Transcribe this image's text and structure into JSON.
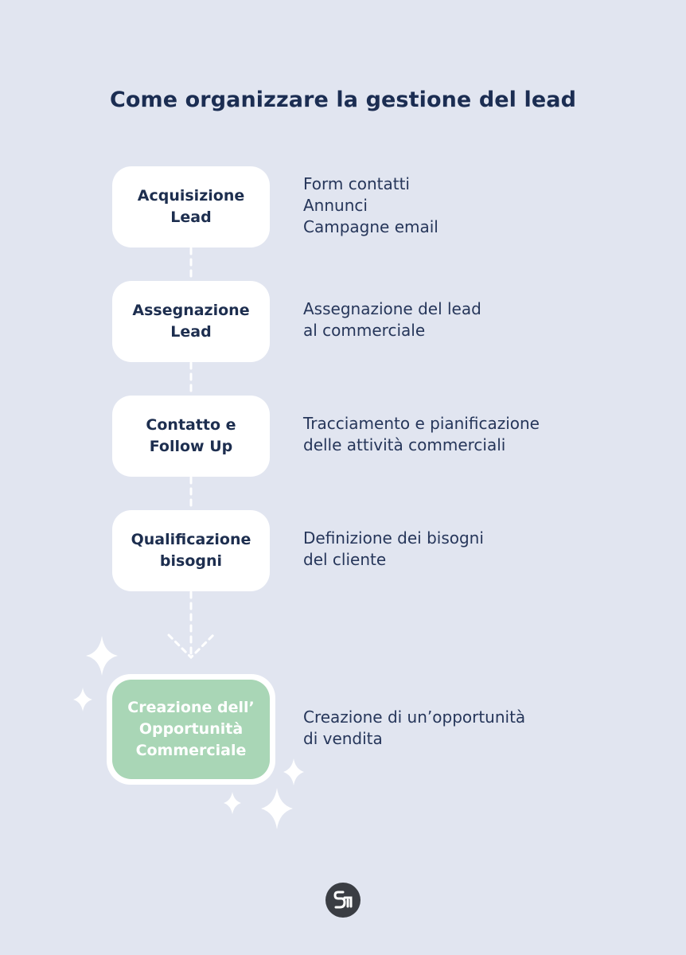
{
  "title": "Come organizzare la gestione del lead",
  "steps": [
    {
      "label": "Acquisizione\nLead",
      "description": "Form contatti\nAnnunci\nCampagne email"
    },
    {
      "label": "Assegnazione\nLead",
      "description": "Assegnazione del lead\nal commerciale"
    },
    {
      "label": "Contatto e\nFollow Up",
      "description": "Tracciamento e pianificazione\ndelle attività commerciali"
    },
    {
      "label": "Qualificazione\nbisogni",
      "description": "Definizione dei bisogni\ndel cliente"
    }
  ],
  "final_step": {
    "label": "Creazione dell’\nOpportunità\nCommerciale",
    "description": "Creazione di un’opportunità\ndi vendita"
  },
  "colors": {
    "background": "#e1e5f0",
    "card": "#ffffff",
    "text": "#1d2e4f",
    "accent_green": "#a9d6b6",
    "logo": "#3a3d43"
  },
  "icons": {
    "arrow": "dashed-arrow-down-icon",
    "sparkle": "sparkle-icon",
    "logo": "brand-logo-icon"
  }
}
